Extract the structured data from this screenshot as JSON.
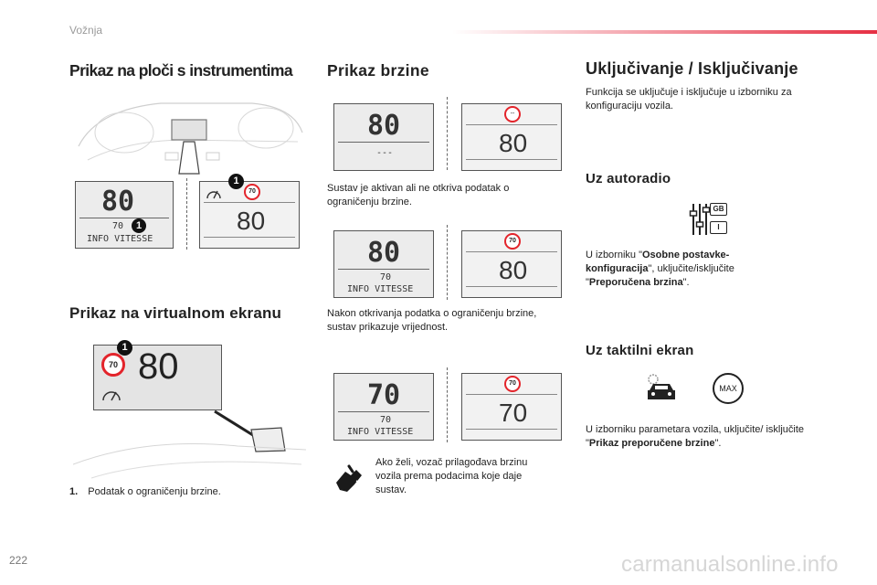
{
  "header": {
    "section": "Vožnja"
  },
  "page_number": "222",
  "watermark": "carmanualsonline.info",
  "col1": {
    "title": "Prikaz na ploči s instrumentima",
    "lcd_left": {
      "speed": "80",
      "limit": "70",
      "info": "INFO VITESSE",
      "marker": "1"
    },
    "lcd_right": {
      "speed": "80",
      "badge": "70",
      "marker": "1"
    },
    "virtual_title": "Prikaz na virtualnom ekranu",
    "virtual": {
      "speed": "80",
      "badge": "70",
      "marker": "1"
    },
    "footnote_num": "1.",
    "footnote_text": "Podatak o ograničenju brzine."
  },
  "col2": {
    "title": "Prikaz brzine",
    "row1": {
      "left_speed": "80",
      "left_dashes": "---",
      "right_badge": "--",
      "right_speed": "80"
    },
    "text1": "Sustav je aktivan ali ne otkriva podatak o ograničenju brzine.",
    "row2": {
      "left_speed": "80",
      "left_limit": "70",
      "left_info": "INFO VITESSE",
      "right_badge": "70",
      "right_speed": "80"
    },
    "text2": "Nakon otkrivanja podatka o ograničenju brzine, sustav prikazuje vrijednost.",
    "row3": {
      "left_speed": "70",
      "left_limit": "70",
      "left_info": "INFO VITESSE",
      "right_badge": "70",
      "right_speed": "70"
    },
    "text3": "Ako želi, vozač prilagođava brzinu vozila prema podacima koje daje sustav."
  },
  "col3": {
    "title": "Uključivanje / Isključivanje",
    "intro": "Funkcija se uključuje i isključuje u izborniku za konfiguraciju vozila.",
    "radio_title": "Uz autoradio",
    "radio_icon_labels": {
      "top": "GB",
      "bottom": "I"
    },
    "radio_text_pre": "U izborniku \"",
    "radio_bold1": "Osobne postavke-konfiguracija",
    "radio_text_mid": "\", uključite/isključite \"",
    "radio_bold2": "Preporučena brzina",
    "radio_text_post": "\".",
    "touch_title": "Uz taktilni ekran",
    "touch_icon_label": "MAX",
    "touch_text_pre": "U izborniku parametara vozila, uključite/ isključite \"",
    "touch_bold": "Prikaz preporučene brzine",
    "touch_text_post": "\"."
  }
}
